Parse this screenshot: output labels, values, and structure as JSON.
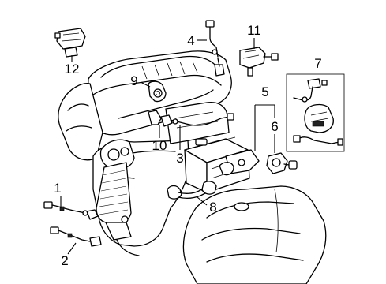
{
  "diagram": {
    "colors": {
      "background": "#ffffff",
      "line": "#000000"
    },
    "callouts": [
      {
        "id": "1",
        "label": "1"
      },
      {
        "id": "2",
        "label": "2"
      },
      {
        "id": "3",
        "label": "3"
      },
      {
        "id": "4",
        "label": "4"
      },
      {
        "id": "5",
        "label": "5"
      },
      {
        "id": "6",
        "label": "6"
      },
      {
        "id": "7",
        "label": "7"
      },
      {
        "id": "8",
        "label": "8"
      },
      {
        "id": "9",
        "label": "9"
      },
      {
        "id": "10",
        "label": "10"
      },
      {
        "id": "11",
        "label": "11"
      },
      {
        "id": "12",
        "label": "12"
      }
    ]
  }
}
